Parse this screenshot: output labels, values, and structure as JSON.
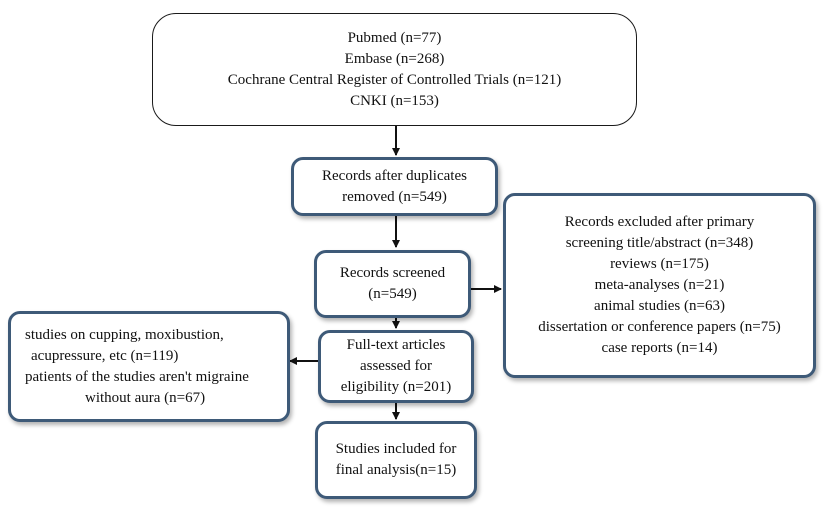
{
  "identification": {
    "lines": [
      "Pubmed (n=77)",
      "Embase (n=268)",
      "Cochrane Central Register of Controlled Trials (n=121)",
      "CNKI (n=153)"
    ]
  },
  "duplicates_removed": {
    "lines": [
      "Records after duplicates",
      "removed (n=549)"
    ]
  },
  "screened": {
    "lines": [
      "Records screened",
      "(n=549)"
    ]
  },
  "excluded_screening": {
    "lines": [
      "Records excluded after primary",
      "screening title/abstract (n=348)",
      "reviews (n=175)",
      "meta-analyses (n=21)",
      "animal studies (n=63)",
      "dissertation or conference papers (n=75)",
      "case reports (n=14)"
    ]
  },
  "full_text": {
    "lines": [
      "Full-text articles",
      "assessed for",
      "eligibility (n=201)"
    ]
  },
  "excluded_full_text": {
    "lines": [
      "studies on cupping, moxibustion,",
      "acupressure, etc (n=119)",
      "patients of the studies aren't migraine",
      "without aura (n=67)"
    ]
  },
  "included": {
    "lines": [
      "Studies included for",
      "final analysis(n=15)"
    ]
  }
}
